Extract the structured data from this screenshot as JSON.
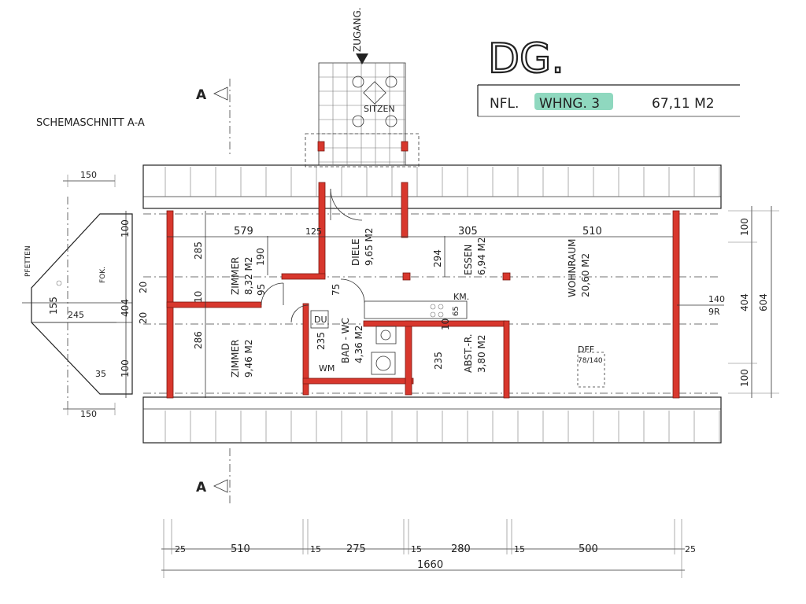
{
  "header": {
    "title": "DG.",
    "nfl_label": "NFL.",
    "unit_label": "WHNG. 3",
    "area": "67,11 M2",
    "highlight_color": "#8fd8bf"
  },
  "section_label": "SCHEMASCHNITT  A-A",
  "section_marker": "A",
  "entrance": {
    "label": "ZUGANG.",
    "seating": "SITZEN"
  },
  "rooms": {
    "diele": {
      "name": "DIELE",
      "area": "9,65 M2"
    },
    "zimmer1": {
      "name": "ZIMMER",
      "area": "8,32 M2"
    },
    "zimmer2": {
      "name": "ZIMMER",
      "area": "9,46 M2"
    },
    "essen": {
      "name": "ESSEN",
      "area": "6,94 M2"
    },
    "wohnraum": {
      "name": "WOHNRAUM",
      "area": "20,60 M2"
    },
    "bad": {
      "name": "BAD - WC",
      "area": "4,36 M2"
    },
    "abst": {
      "name": "ABST.-R.",
      "area": "3,80 M2"
    }
  },
  "fixtures": {
    "shower": "DU",
    "washer": "WM",
    "window_label": "DFF",
    "window_size": "78/140",
    "kitchen_mark": "KM.",
    "kitchen_dim": "65"
  },
  "section_dims": {
    "top": "150",
    "bottom": "150",
    "pfetten": "PFETTEN",
    "fok": "FOK.",
    "d155": "155",
    "d245": "245",
    "d35": "35",
    "h100a": "100",
    "h404": "404",
    "h100b": "100"
  },
  "plan_dims": {
    "d579": "579",
    "d125": "125",
    "d305": "305",
    "d510": "510",
    "d285": "285",
    "d190": "190",
    "d294": "294",
    "d20a": "20",
    "d10a": "10",
    "d95": "95",
    "d75": "75",
    "d20b": "20",
    "d286": "286",
    "d235a": "235",
    "d235b": "235",
    "d10b": "10",
    "d140": "140",
    "d9r": "9R"
  },
  "right_dims": {
    "d100a": "100",
    "d404": "404",
    "d604": "604",
    "d100b": "100"
  },
  "bottom_dims": {
    "b25a": "25",
    "b510": "510",
    "b15a": "15",
    "b275": "275",
    "b15b": "15",
    "b280": "280",
    "b15c": "15",
    "b500": "500",
    "b25b": "25",
    "total": "1660"
  }
}
